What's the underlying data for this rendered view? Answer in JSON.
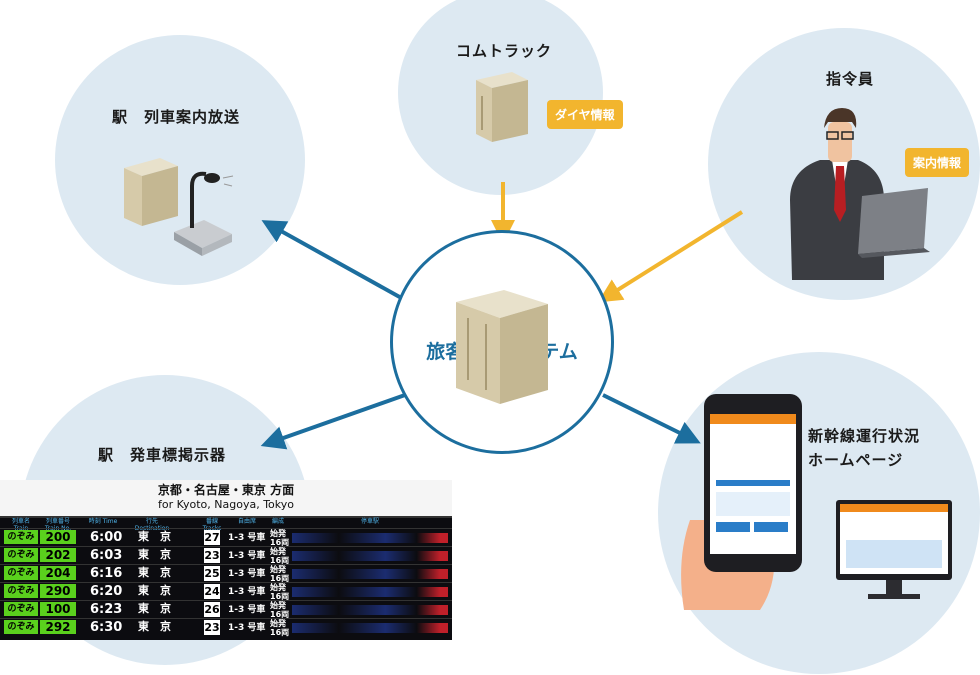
{
  "center": {
    "title": "旅客案内システム"
  },
  "nodes": {
    "comtrack": {
      "label": "コムトラック",
      "tag": "ダイヤ情報"
    },
    "dispatcher": {
      "label": "指令員",
      "tag": "案内情報"
    },
    "broadcast": {
      "label": "駅　列車案内放送"
    },
    "board": {
      "label": "駅　発車標掲示器"
    },
    "homepage": {
      "label_line1": "新幹線運行状況",
      "label_line2": "ホームページ"
    }
  },
  "board_data": {
    "dest_ja": "京都・名古屋・東京 方面",
    "dest_en": "for Kyoto, Nagoya, Tokyo",
    "headers": {
      "train": "列車名 Train",
      "number": "列車番号 Train No.",
      "time": "時刻 Time",
      "dest": "行先 Destination",
      "track": "番線 Tracks",
      "nonreserved": "自由席",
      "cars": "編成",
      "stops": "停車駅"
    },
    "rows": [
      {
        "train": "のぞみ",
        "number": "200",
        "time": "6:00",
        "dest": "東　京",
        "track": "27",
        "cars": "1-3 号車",
        "start": "始発 16両"
      },
      {
        "train": "のぞみ",
        "number": "202",
        "time": "6:03",
        "dest": "東　京",
        "track": "23",
        "cars": "1-3 号車",
        "start": "始発 16両"
      },
      {
        "train": "のぞみ",
        "number": "204",
        "time": "6:16",
        "dest": "東　京",
        "track": "25",
        "cars": "1-3 号車",
        "start": "始発 16両"
      },
      {
        "train": "のぞみ",
        "number": "290",
        "time": "6:20",
        "dest": "東　京",
        "track": "24",
        "cars": "1-3 号車",
        "start": "始発 16両"
      },
      {
        "train": "のぞみ",
        "number": "100",
        "time": "6:23",
        "dest": "東　京",
        "track": "26",
        "cars": "1-3 号車",
        "start": "始発 16両"
      },
      {
        "train": "のぞみ",
        "number": "292",
        "time": "6:30",
        "dest": "東　京",
        "track": "23",
        "cars": "1-3 号車",
        "start": "始発 16両"
      }
    ]
  },
  "colors": {
    "blue": "#1c6e9e",
    "orange": "#f2b52e",
    "bubble": "#dde9f2"
  }
}
